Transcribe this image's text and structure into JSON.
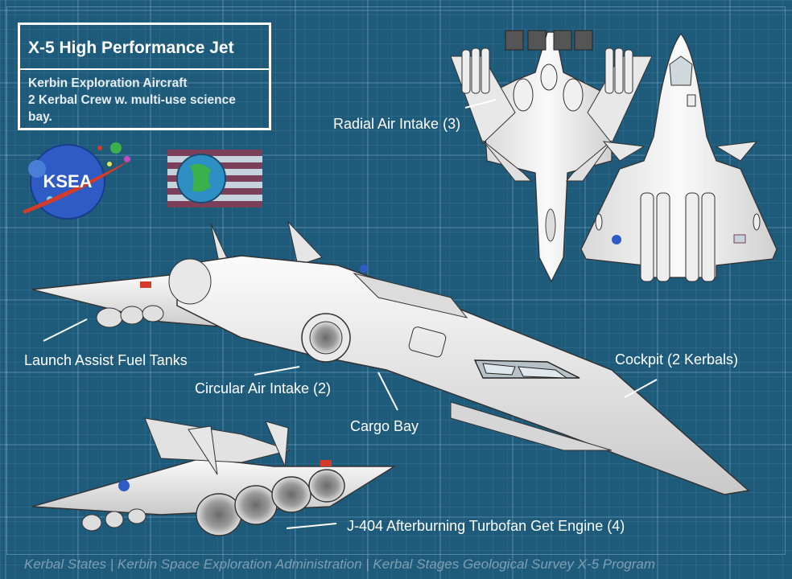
{
  "title": "X-5 High Performance Jet",
  "description": {
    "line1": "Kerbin Exploration Aircraft",
    "line2": "2 Kerbal Crew w. multi-use science",
    "line3": "bay."
  },
  "logo_text": "KSEA",
  "callouts": {
    "radial_air_intake": "Radial Air Intake (3)",
    "launch_assist_fuel_tanks": "Launch Assist Fuel Tanks",
    "circular_air_intake": "Circular Air Intake (2)",
    "cockpit": "Cockpit (2 Kerbals)",
    "cargo_bay": "Cargo Bay",
    "engine": "J-404 Afterburning Turbofan Get Engine (4)"
  },
  "footer": "Kerbal States | Kerbin Space Exploration Administration | Kerbal Stages Geological Survey X-5 Program",
  "colors": {
    "background": "#1e5a7a",
    "grid": "#8fc3e0",
    "hull": "#eeeeee",
    "flag_stripe": "#7b3f5a",
    "flag_stripe_light": "#c6d2dc",
    "flag_globe": "#2e8fc4",
    "logo_blue": "#2f5cc4",
    "logo_red": "#d33c2a"
  },
  "icons": [
    "ksea-logo-icon",
    "flag-icon"
  ]
}
